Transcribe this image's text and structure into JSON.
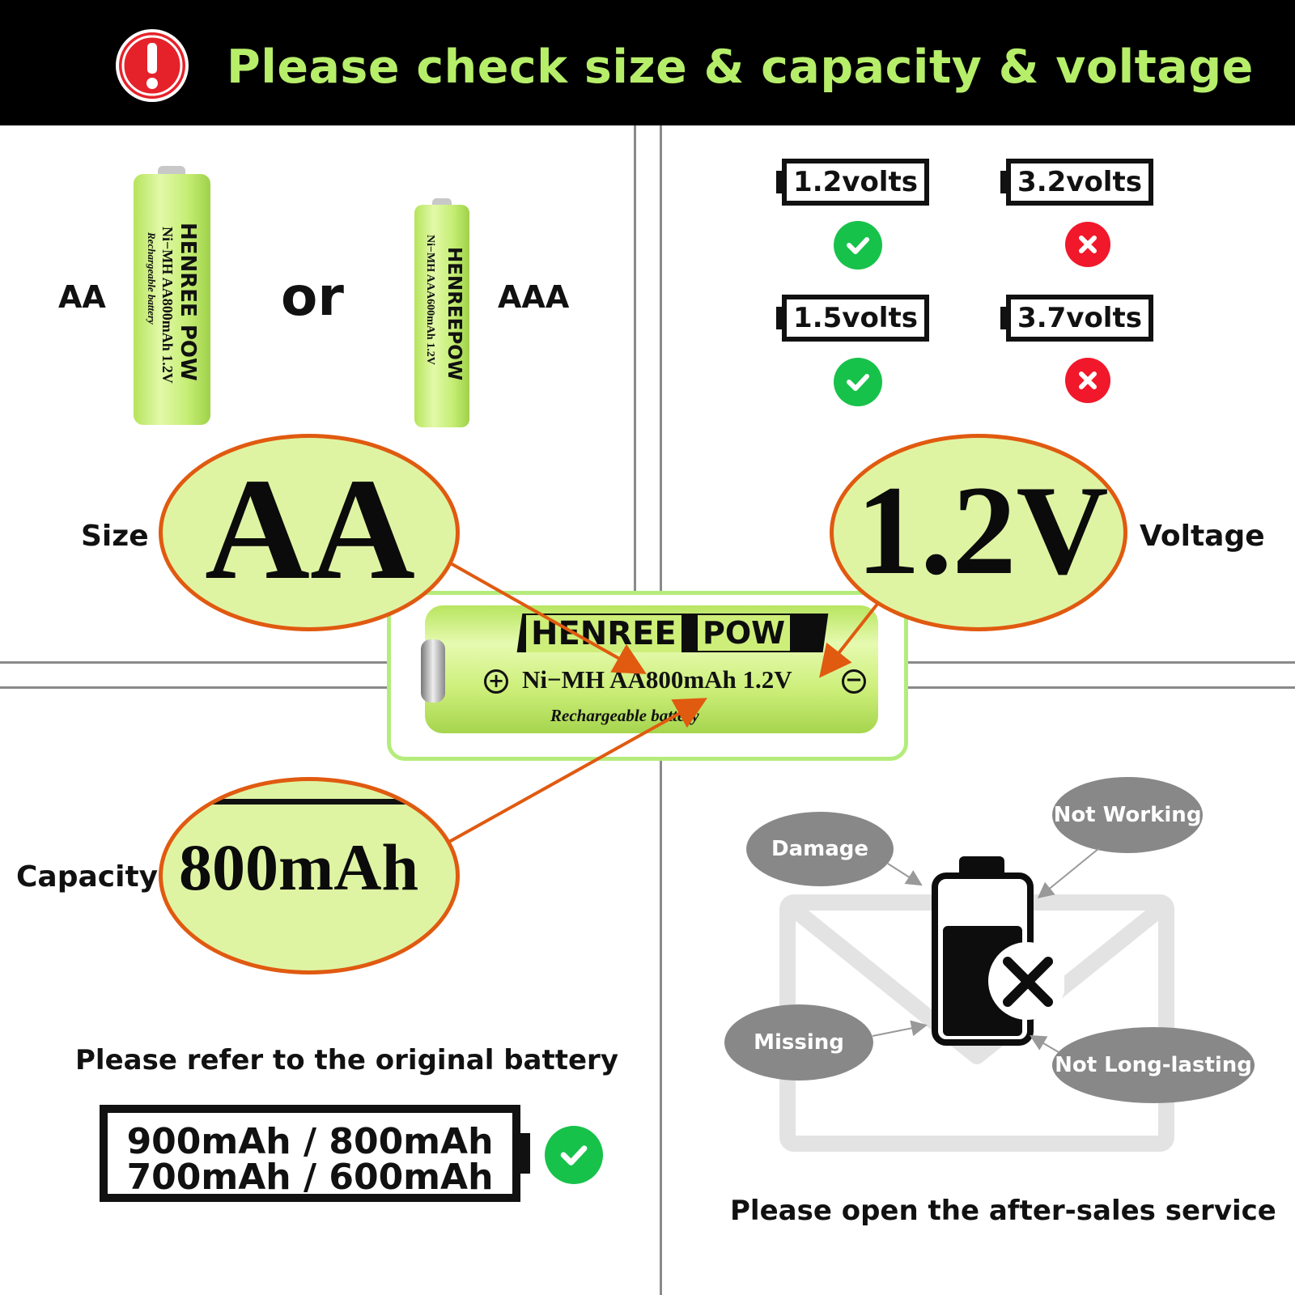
{
  "header": {
    "title": "Please check size & capacity & voltage",
    "icon": "exclamation-icon",
    "accent": "#b6ee6a"
  },
  "size_panel": {
    "aa_label": "AA",
    "or_label": "or",
    "aaa_label": "AAA",
    "aa_battery": {
      "brand": "HENREE POW",
      "spec": "Ni−MH AA800mAh 1.2V",
      "sub": "Rechargeable battery"
    },
    "aaa_battery": {
      "brand": "HENREEPOW",
      "spec": "Ni−MH AAA600mAh 1.2V"
    }
  },
  "voltage_panel": {
    "options": [
      {
        "label": "1.2volts",
        "ok": true
      },
      {
        "label": "3.2volts",
        "ok": false
      },
      {
        "label": "1.5volts",
        "ok": true
      },
      {
        "label": "3.7volts",
        "ok": false
      }
    ]
  },
  "zooms": {
    "size": {
      "caption": "Size",
      "text": "AA"
    },
    "voltage": {
      "caption": "Voltage",
      "text": "1.2V"
    },
    "capacity": {
      "caption": "Capacity",
      "text": "800mAh"
    }
  },
  "center_battery": {
    "brand_left": "HENREE",
    "brand_right": "POW",
    "spec": "Ni−MH AA800mAh 1.2V",
    "sub": "Rechargeable battery"
  },
  "capacity_panel": {
    "heading": "Please refer to the original battery",
    "line1": "900mAh / 800mAh",
    "line2": "700mAh / 600mAh"
  },
  "service_panel": {
    "bubbles": [
      "Damage",
      "Not Working",
      "Missing",
      "Not Long-lasting"
    ],
    "footer": "Please open the after-sales service"
  },
  "colors": {
    "ok": "#17c24a",
    "bad": "#f0182a",
    "battery_green": "#cdef7a",
    "arrow": "#e05a10"
  }
}
